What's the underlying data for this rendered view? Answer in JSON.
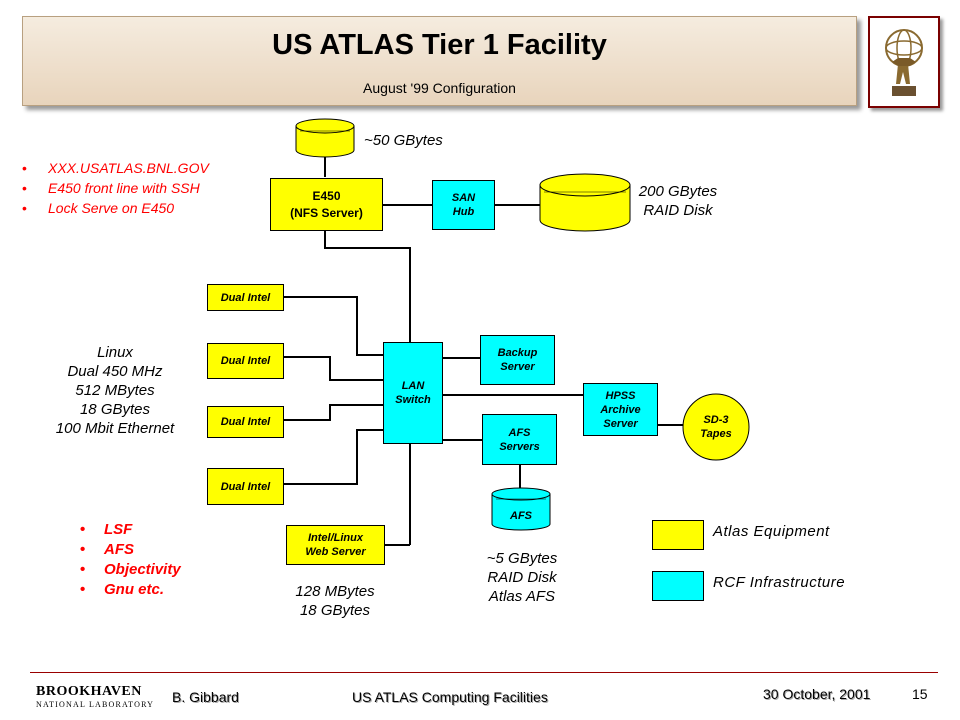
{
  "header": {
    "title": "US ATLAS Tier 1 Facility",
    "subtitle": "August '99 Configuration",
    "logo_icon": "atlas-statue-logo"
  },
  "bullets_top": [
    "XXX.USATLAS.BNL.GOV",
    "E450 front line with SSH",
    "Lock Serve on E450"
  ],
  "bullets_bottom": [
    "LSF",
    "AFS",
    "Objectivity",
    "Gnu etc."
  ],
  "linux_spec": [
    "Linux",
    "Dual 450 MHz",
    "512 MBytes",
    "18 GBytes",
    "100 Mbit Ethernet"
  ],
  "nodes": {
    "e450": [
      "E450",
      "(NFS Server)"
    ],
    "san_hub": [
      "SAN",
      "Hub"
    ],
    "dual_intel": "Dual Intel",
    "lan_switch": [
      "LAN",
      "Switch"
    ],
    "backup_server": [
      "Backup",
      "Server"
    ],
    "afs_servers": [
      "AFS",
      "Servers"
    ],
    "hpss": [
      "HPSS",
      "Archive",
      "Server"
    ],
    "sd3": [
      "SD-3",
      "Tapes"
    ],
    "web_server": [
      "Intel/Linux",
      "Web Server"
    ],
    "afs_disk": "AFS"
  },
  "notes": {
    "top_disk": "~50 GBytes",
    "raid": [
      "200 GBytes",
      "RAID Disk"
    ],
    "afs_raid": [
      "~5 GBytes",
      "RAID Disk",
      "Atlas AFS"
    ],
    "web_spec": [
      "128 MBytes",
      "18 GBytes"
    ]
  },
  "legend": [
    {
      "label": "Atlas Equipment",
      "color": "#ffff00"
    },
    {
      "label": "RCF Infrastructure",
      "color": "#00ffff"
    }
  ],
  "footer": {
    "org_logo_text": [
      "BROOKHAVEN",
      "NATIONAL LABORATORY"
    ],
    "author": "B. Gibbard",
    "talk": "US ATLAS Computing Facilities",
    "date": "30 October, 2001",
    "page": "15"
  },
  "colors": {
    "atlas": "#ffff00",
    "rcf": "#00ffff",
    "bullet": "#ff0000",
    "title_bg": "#ecdcc8"
  }
}
